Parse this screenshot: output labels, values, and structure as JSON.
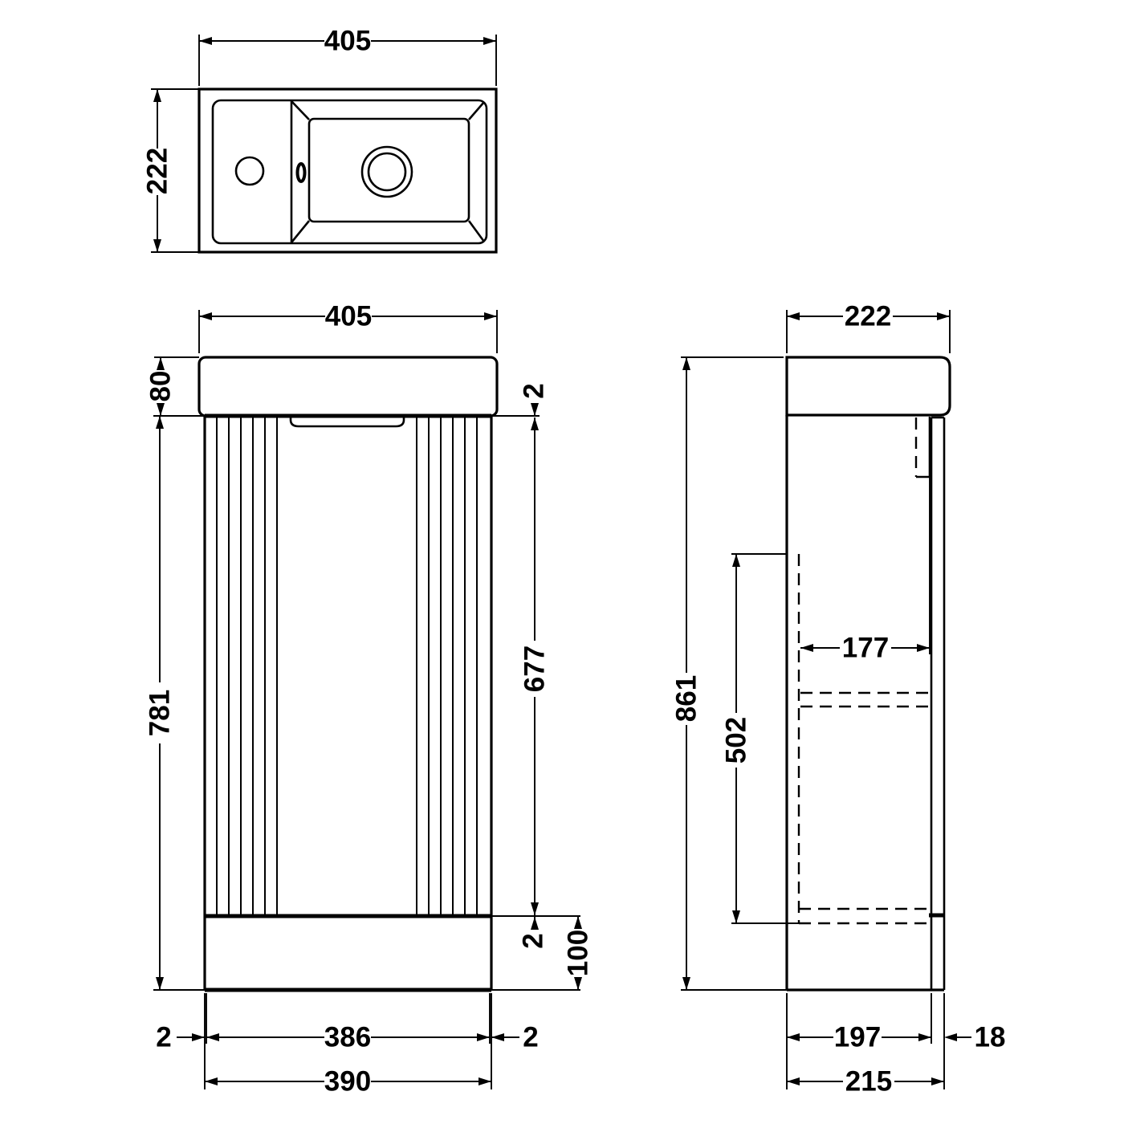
{
  "drawing": {
    "title": "vanity-unit-technical-drawing",
    "colors": {
      "line_color": "#000000",
      "background": "#ffffff"
    },
    "top_view": {
      "width": "405",
      "depth": "222"
    },
    "front_view": {
      "width": "405",
      "basin_height": "80",
      "total_height": "781",
      "door_height": "677",
      "top_gap": "2",
      "bottom_gap": "2",
      "plinth_height": "100",
      "left_gap": "2",
      "door_width": "386",
      "right_gap": "2",
      "base_width": "390"
    },
    "side_view": {
      "depth": "222",
      "total_height": "861",
      "internal_height": "502",
      "shelf_depth": "177",
      "carcass_depth": "197",
      "door_thickness": "18",
      "base_depth": "215"
    }
  }
}
